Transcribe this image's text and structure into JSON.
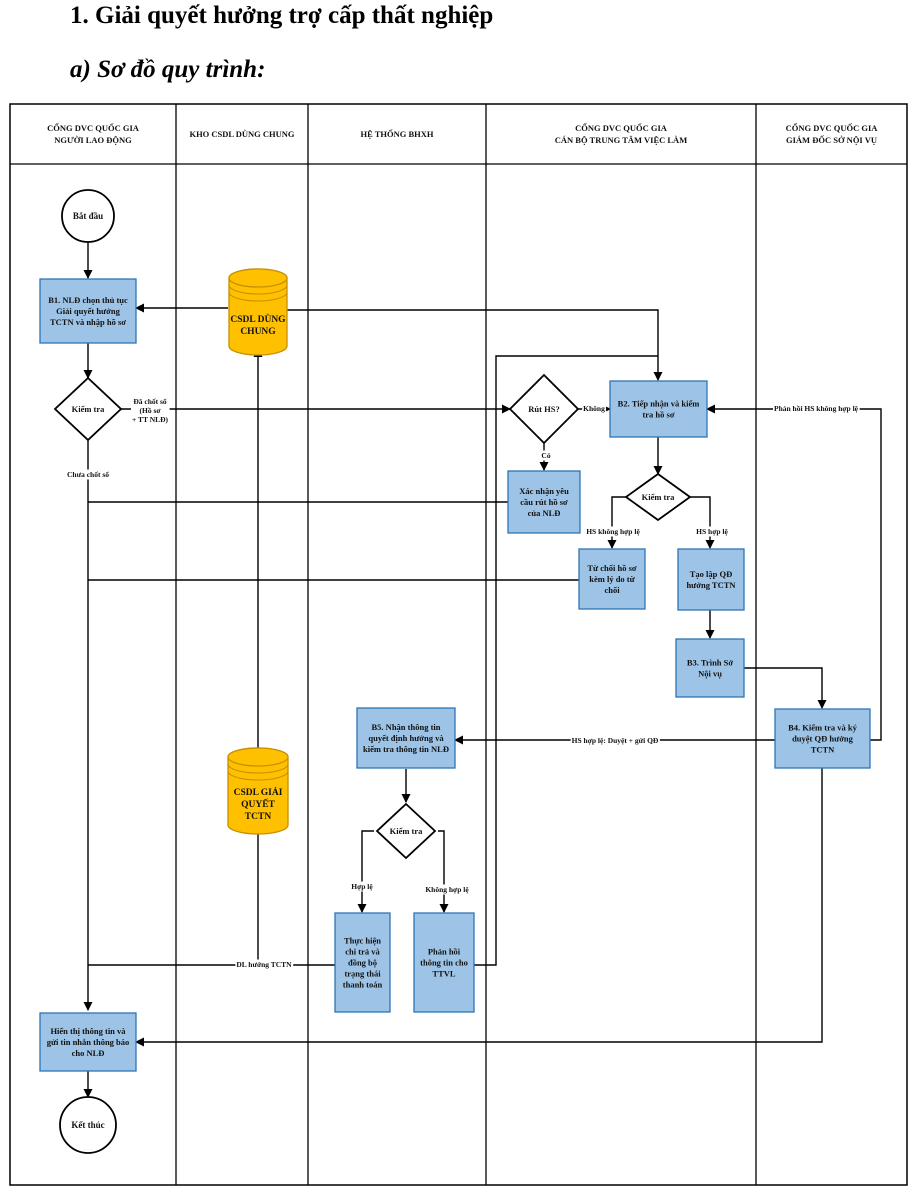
{
  "heading": "1. Giải quyết hưởng trợ cấp thất nghiệp",
  "subheading": "a) Sơ đồ quy trình:",
  "lanes": [
    [
      "CỔNG DVC QUỐC GIA",
      "NGƯỜI LAO ĐỘNG"
    ],
    [
      "KHO CSDL DÙNG CHUNG"
    ],
    [
      "HỆ THỐNG BHXH"
    ],
    [
      "CỔNG DVC QUỐC GIA",
      "CÁN BỘ TRUNG TÂM VIỆC LÀM"
    ],
    [
      "CỔNG DVC QUỐC GIA",
      "GIÁM ĐỐC SỞ NỘI VỤ"
    ]
  ],
  "nodes": {
    "start": [
      "Bắt đầu"
    ],
    "b1": [
      "B1. NLĐ chọn thủ tục",
      "Giải quyết hưởng",
      "TCTN và nhập hồ sơ"
    ],
    "db_common": [
      "CSDL DÙNG",
      "CHUNG"
    ],
    "check1": [
      "Kiểm tra"
    ],
    "withdraw": [
      "Rút HS?"
    ],
    "b2": [
      "B2. Tiếp nhận và kiểm",
      "tra hồ sơ"
    ],
    "confirm_withdraw": [
      "Xác nhận yêu",
      "cầu rút hồ sơ",
      "của NLĐ"
    ],
    "check2": [
      "Kiểm tra"
    ],
    "reject": [
      "Từ chối hồ sơ",
      "kèm lý do từ",
      "chối"
    ],
    "create_decision": [
      "Tạo lập QĐ",
      "hưởng TCTN"
    ],
    "b3": [
      "B3. Trình Sở",
      "Nội vụ"
    ],
    "b4": [
      "B4. Kiểm tra và ký",
      "duyệt QĐ hưởng",
      "TCTN"
    ],
    "b5": [
      "B5. Nhận thông tin",
      "quyết định hưởng và",
      "kiểm tra thông tin NLĐ"
    ],
    "db_tctn": [
      "CSDL GIẢI",
      "QUYẾT",
      "TCTN"
    ],
    "check3": [
      "Kiểm tra"
    ],
    "pay": [
      "Thực hiện",
      "chi trả và",
      "đồng bộ",
      "trạng thái",
      "thanh toán"
    ],
    "feedback": [
      "Phản hồi",
      "thông tin cho",
      "TTVL"
    ],
    "display": [
      "Hiển thị thông tin và",
      "gửi tin nhắn thông báo",
      "cho NLĐ"
    ],
    "end": [
      "Kết thúc"
    ]
  },
  "edge_labels": {
    "chot_so": [
      "Đã chốt sổ",
      "(Hồ sơ",
      "+ TT NLĐ)"
    ],
    "chua_chot_so": "Chưa chốt sổ",
    "khong": "Không",
    "co": "Có",
    "hs_khong_hop_le": "HS không hợp lệ",
    "hs_hop_le": "HS hợp lệ",
    "phan_hoi": "Phản hồi HS không hợp lệ",
    "duyet": "HS hợp lệ: Duyệt + gửi QĐ",
    "hop_le": "Hợp lệ",
    "khong_hop_le": "Không hợp lệ",
    "dl_huong": "DL hưởng TCTN"
  },
  "colors": {
    "process_fill": "#9dc3e6",
    "process_stroke": "#2e75b6",
    "db_fill": "#ffc000",
    "db_stroke": "#c89000",
    "line": "#000000"
  }
}
